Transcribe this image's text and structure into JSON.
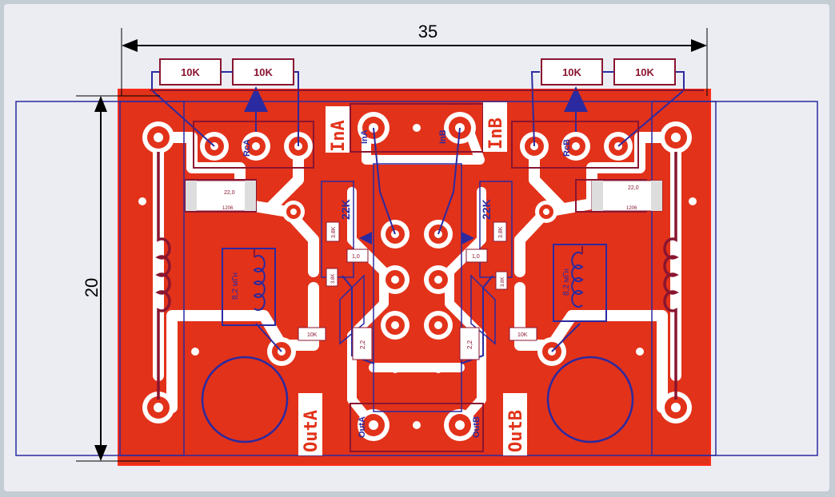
{
  "colors": {
    "board": "#e2321a",
    "board_outline": "#ff2c1a",
    "copper_ring": "#ffffff",
    "trace_dark": "#9b1b2a",
    "outline_blue": "#2b2aa0",
    "silk_line": "#8a1530",
    "dim_line": "#000000",
    "resistor_fill": "#ffffff",
    "resistor_border": "#8a1530",
    "frame_bg": "#ebedf3",
    "frame_border": "#c4ccd4"
  },
  "dimensions": {
    "width_label": "35",
    "height_label": "20"
  },
  "pot_resistors": {
    "left": [
      "10K",
      "10K"
    ],
    "right": [
      "10K",
      "10K"
    ]
  },
  "labels": {
    "in_a": "InA",
    "in_b": "InB",
    "out_a": "OutA",
    "out_b": "OutB",
    "pad_in_a": "InA",
    "pad_in_b": "InB",
    "pad_out_a": "OutA",
    "pad_out_b": "OutB",
    "pot_a": "RcA",
    "pot_b": "RcB"
  },
  "smd_parts": {
    "cap_left": "22,0",
    "cap_left_size": "1206",
    "cap_right": "22,0",
    "cap_right_size": "1206",
    "r22k_left": "22K",
    "r22k_right": "22K",
    "r38k_left_top": "3.8K",
    "r38k_right_top": "3.8K",
    "r38k_left_bot": "3.8K",
    "r38k_right_bot": "3.8K",
    "r10_left": "1,0",
    "r10_right": "1,0",
    "r10k_left": "10K",
    "r10k_right": "10K",
    "r22_left": "2,2",
    "r22_right": "2,2",
    "ind_left": "8,2 мГн",
    "ind_right": "8,2 мГн",
    "smd_size": "1206"
  }
}
